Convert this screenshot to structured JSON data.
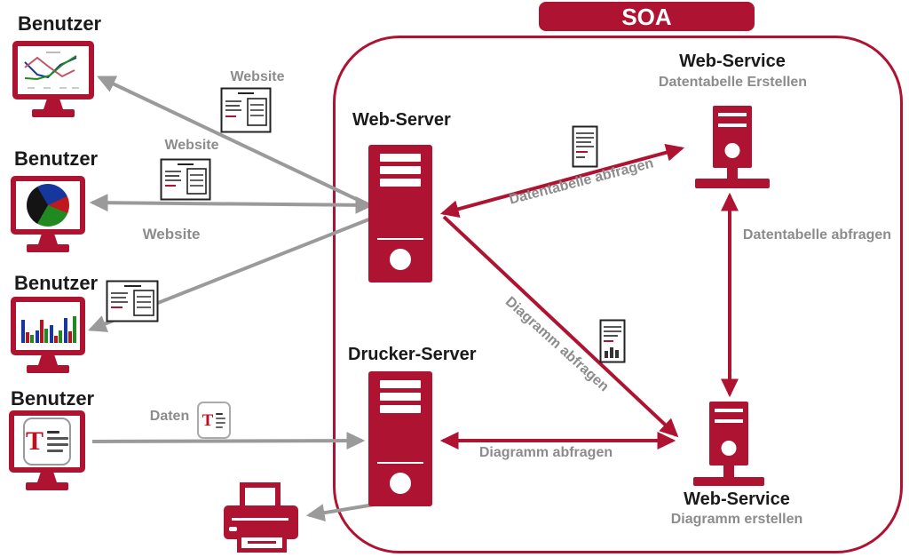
{
  "colors": {
    "accent_red": "#AF1332",
    "arrow_gray": "#9A9A9A",
    "label_gray": "#8C8C8C",
    "text_black": "#1A1A1A"
  },
  "soa": {
    "title": "SOA"
  },
  "users": [
    {
      "label": "Benutzer",
      "screen_type": "line-chart"
    },
    {
      "label": "Benutzer",
      "screen_type": "pie-chart"
    },
    {
      "label": "Benutzer",
      "screen_type": "bar-chart"
    },
    {
      "label": "Benutzer",
      "screen_type": "text-document"
    }
  ],
  "servers": {
    "web_server": {
      "label": "Web-Server"
    },
    "drucker_server": {
      "label": "Drucker-Server"
    }
  },
  "web_services": {
    "top": {
      "label": "Web-Service",
      "sublabel": "Datentabelle Erstellen"
    },
    "bottom": {
      "label": "Web-Service",
      "sublabel": "Diagramm erstellen"
    }
  },
  "edge_labels": {
    "website_1": "Website",
    "website_2": "Website",
    "website_3": "Website",
    "daten": "Daten",
    "datentabelle_diagonal": "Datentabelle abfragen",
    "datentabelle_vertical": "Datentabelle abfragen",
    "diagramm_diagonal": "Diagramm abfragen",
    "diagramm_horizontal": "Diagramm abfragen"
  }
}
